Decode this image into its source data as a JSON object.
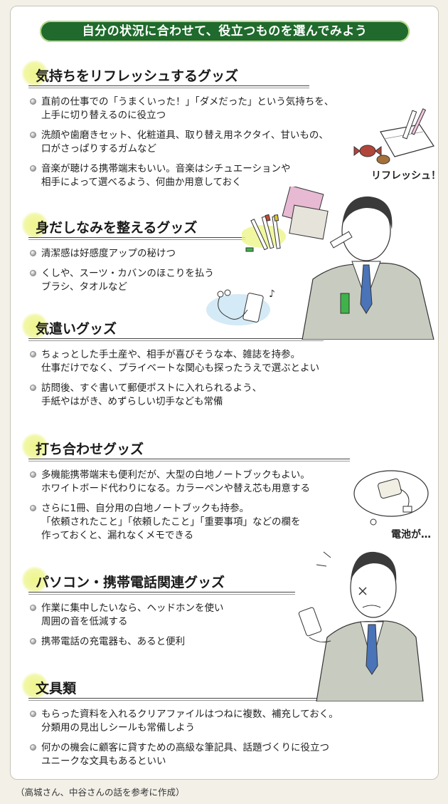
{
  "banner": "自分の状況に合わせて、役立つものを選んでみよう",
  "sections": [
    {
      "title": "気持ちをリフレッシュするグッズ",
      "items": [
        "直前の仕事での「うまくいった！」「ダメだった」という気持ちを、\n上手に切り替えるのに役立つ",
        "洗顔や歯磨きセット、化粧道具、取り替え用ネクタイ、甘いもの、\n口がさっぱりするガムなど",
        "音楽が聴ける携帯端末もいい。音楽はシチュエーションや\n相手によって選べるよう、何曲か用意しておく"
      ]
    },
    {
      "title": "身だしなみを整えるグッズ",
      "items": [
        "清潔感は好感度アップの秘けつ",
        "くしや、スーツ・カバンのほこりを払う\nブラシ、タオルなど"
      ]
    },
    {
      "title": "気遣いグッズ",
      "items": [
        "ちょっとした手土産や、相手が喜びそうな本、雑誌を持参。\n仕事だけでなく、プライベートな関心も探ったうえで選ぶとよい",
        "訪問後、すぐ書いて郵便ポストに入れられるよう、\n手紙やはがき、めずらしい切手なども常備"
      ]
    },
    {
      "title": "打ち合わせグッズ",
      "items": [
        "多機能携帯端末も便利だが、大型の白地ノートブックもよい。\nホワイトボード代わりになる。カラーペンや替え芯も用意する",
        "さらに1冊、自分用の白地ノートブックも持参。\n「依頼されたこと」「依頼したこと」「重要事項」などの欄を\n作っておくと、漏れなくメモできる"
      ]
    },
    {
      "title": "パソコン・携帯電話関連グッズ",
      "items": [
        "作業に集中したいなら、ヘッドホンを使い\n周囲の音を低減する",
        "携帯電話の充電器も、あると便利"
      ]
    },
    {
      "title": "文具類",
      "items": [
        "もらった資料を入れるクリアファイルはつねに複数、補充しておく。\n分類用の見出しシールも常備しよう",
        "何かの機会に顧客に貸すための高級な筆記具、話題づくりに役立つ\nユニークな文具もあるといい"
      ]
    }
  ],
  "captions": {
    "refresh": "リフレッシュ！",
    "battery": "電池が…"
  },
  "footer": "（高城さん、中谷さんの話を参考に作成）"
}
